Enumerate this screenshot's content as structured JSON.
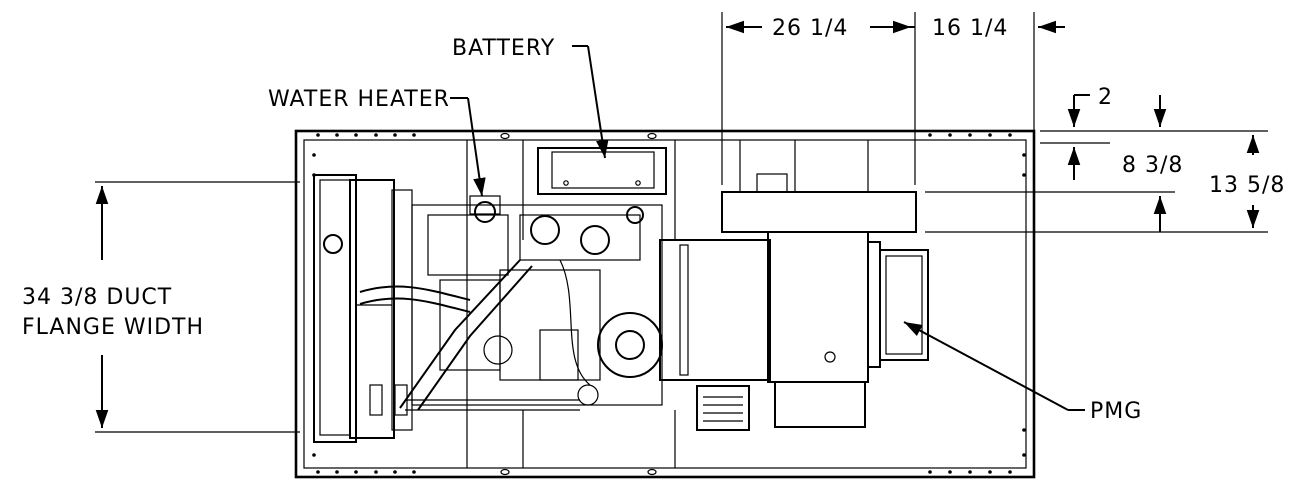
{
  "labels": {
    "battery": "BATTERY",
    "water_heater": "WATER HEATER",
    "duct_width_line1": "34 3/8 DUCT",
    "duct_width_line2": "FLANGE WIDTH",
    "pmg": "PMG"
  },
  "dimensions": {
    "dim_26_1_4": "26 1/4",
    "dim_16_1_4": "16 1/4",
    "dim_2": "2",
    "dim_8_3_8": "8 3/8",
    "dim_13_5_8": "13 5/8"
  },
  "colors": {
    "line": "#000000",
    "background": "#ffffff"
  }
}
